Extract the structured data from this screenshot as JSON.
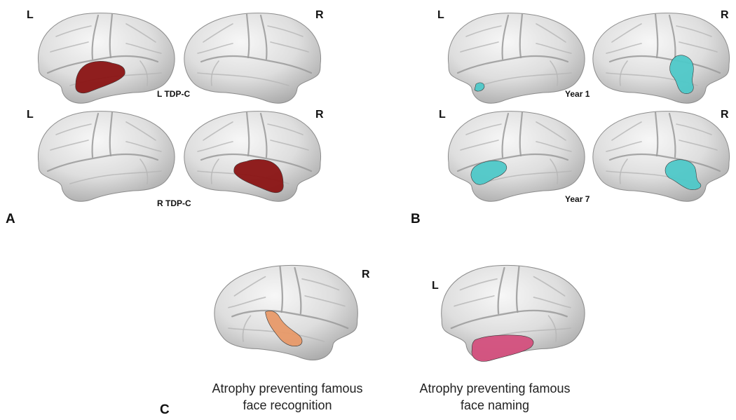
{
  "panels": {
    "A": {
      "label": "A",
      "rows": [
        {
          "condition": "L TDP-C",
          "left_hemi_label": "L",
          "right_hemi_label": "R"
        },
        {
          "condition": "R TDP-C",
          "left_hemi_label": "L",
          "right_hemi_label": "R"
        }
      ],
      "highlight_color": "#8b1414"
    },
    "B": {
      "label": "B",
      "rows": [
        {
          "condition": "Year 1",
          "left_hemi_label": "L",
          "right_hemi_label": "R"
        },
        {
          "condition": "Year 7",
          "left_hemi_label": "L",
          "right_hemi_label": "R"
        }
      ],
      "highlight_color": "#4fc9c9"
    },
    "C": {
      "label": "C",
      "items": [
        {
          "hemi_label": "R",
          "caption_line1": "Atrophy preventing famous",
          "caption_line2": "face recognition",
          "highlight_color": "#e89a6a"
        },
        {
          "hemi_label": "L",
          "caption_line1": "Atrophy preventing famous",
          "caption_line2": "face naming",
          "highlight_color": "#d4507e"
        }
      ]
    }
  }
}
